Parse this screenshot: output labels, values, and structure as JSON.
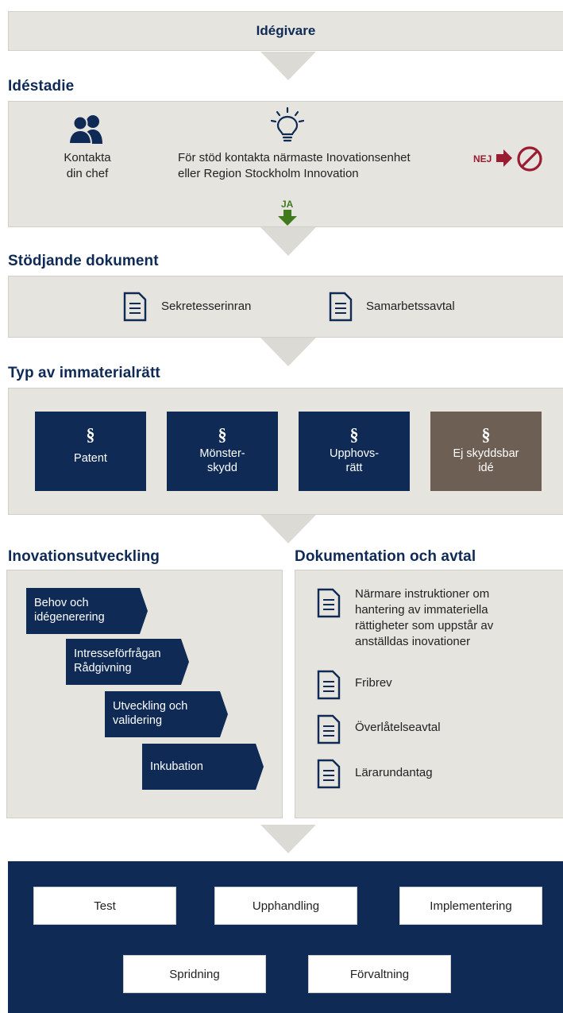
{
  "top": {
    "title": "Idégivare"
  },
  "ide": {
    "heading": "Idéstadie",
    "contact_line1": "Kontakta",
    "contact_line2": "din chef",
    "support_line1": "För stöd kontakta närmaste Inovationsenhet",
    "support_line2": "eller Region Stockholm Innovation",
    "nej": "NEJ",
    "ja": "JA"
  },
  "docs": {
    "heading": "Stödjande dokument",
    "items": [
      "Sekretesserinran",
      "Samarbetssavtal"
    ]
  },
  "ip": {
    "heading": "Typ av immaterialrätt",
    "symbol": "§",
    "boxes": [
      {
        "line1": "Patent",
        "line2": ""
      },
      {
        "line1": "Mönster-",
        "line2": "skydd"
      },
      {
        "line1": "Upphovs-",
        "line2": "rätt"
      },
      {
        "line1": "Ej skyddsbar",
        "line2": "idé"
      }
    ]
  },
  "innov": {
    "heading": "Inovationsutveckling",
    "steps": [
      "Behov och\nidégenerering",
      "Intresseförfrågan\nRådgivning",
      "Utveckling och\nvalidering",
      "Inkubation"
    ]
  },
  "dokavtal": {
    "heading": "Dokumentation och avtal",
    "item1": [
      "Närmare instruktioner om",
      "hantering av immateriella",
      "rättigheter som uppstår av",
      "anställdas inovationer"
    ],
    "item2": "Fribrev",
    "item3": "Överlåtelseavtal",
    "item4": "Lärarundantag"
  },
  "bottom": {
    "buttons": [
      "Test",
      "Upphandling",
      "Implementering",
      "Spridning",
      "Förvaltning"
    ]
  },
  "colors": {
    "navy": "#0e2a55",
    "brown": "#6e5f55",
    "gray_panel": "#e6e4df",
    "chevron": "#dcdad5",
    "nej_red": "#9b1b32",
    "ja_green": "#3f7a1e"
  }
}
